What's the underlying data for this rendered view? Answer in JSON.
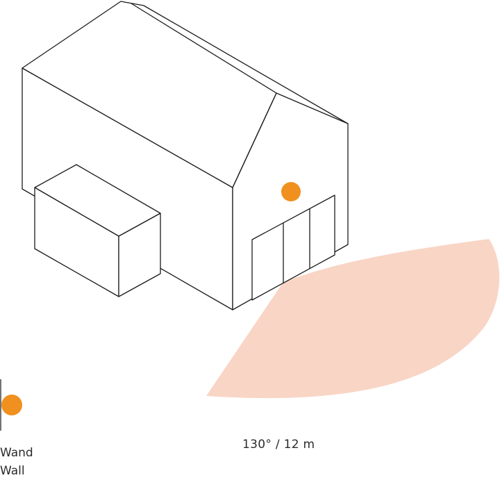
{
  "diagram": {
    "range_label": "130° / 12 m",
    "legend": {
      "label_de": "Wand",
      "label_en": "Wall"
    },
    "detection_angle_deg": 130,
    "detection_range_m": 12
  },
  "colors": {
    "sensor": "#f0901e",
    "detection_zone": "#f9d5c6",
    "outline": "#1a1a1a"
  },
  "icons": {
    "sensor": "orange-dot-icon",
    "wall_mount": "wall-line-icon"
  }
}
